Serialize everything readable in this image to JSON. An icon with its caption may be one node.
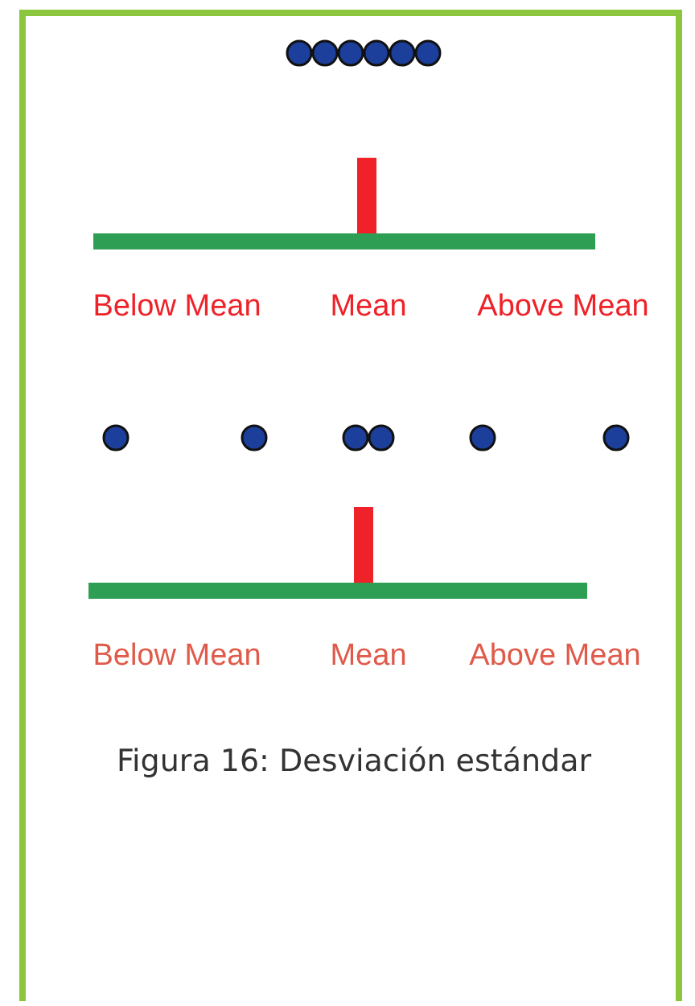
{
  "diagram": {
    "caption": "Figura 16: Desviación estándar",
    "labels": [
      "Below Mean",
      "Mean",
      "Above Mean",
      "Below Mean",
      "Mean",
      "Above Mean"
    ]
  }
}
